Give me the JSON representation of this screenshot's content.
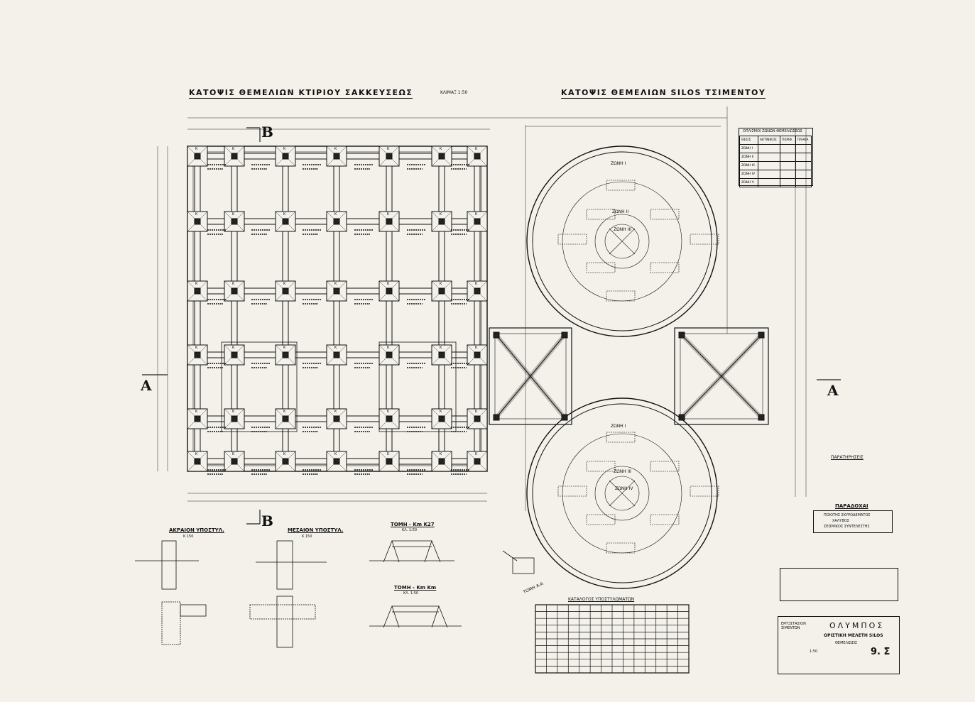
{
  "titles": {
    "left_plan": "ΚΑΤΟΨΙΣ ΘΕΜΕΛΙΩΝ ΚΤΙΡΙΟΥ ΣΑΚΚΕΥΣΕΩΣ",
    "scale": "ΚΛΙΜΑΞ 1:50",
    "right_plan": "ΚΑΤΟΨΙΣ ΘΕΜΕΛΙΩΝ SILOS ΤΣΙΜΕΝΤΟΥ"
  },
  "section_marks": {
    "b_top": "B",
    "b_bottom": "B",
    "a_left": "A",
    "a_right": "A"
  },
  "zones": {
    "z1": "ΖΩΝΗ I",
    "z2": "ΖΩΝΗ II",
    "z3": "ΖΩΝΗ III",
    "z4": "ΖΩΝΗ IV"
  },
  "column_label": "Κ",
  "zones_table": {
    "title": "ΟΠΛΙΣΜΟΙ ΖΩΝΩΝ ΘΕΜΕΛΙΩΣΕΩΣ",
    "header": [
      "ΘΕΣΙΣ",
      "ΑΚΤΙΝΙΚΟΣ",
      "ΠΕΡΙΦ.",
      "ΠΛΑΚΑ"
    ],
    "rows": [
      "ΖΩΝΗ I",
      "ΖΩΝΗ II",
      "ΖΩΝΗ III",
      "ΖΩΝΗ IV",
      "ΖΩΝΗ V"
    ]
  },
  "notes": {
    "title": "ΠΑΡΑΤΗΡΗΣΕΙΣ"
  },
  "assumptions": {
    "title": "ΠΑΡΑΔΟΧΑΙ",
    "lines": [
      "ΠΟΙΟΤΗΣ ΣΚΥΡΟΔΕΜΑΤΟΣ",
      "ΧΑΛΥΒΟΣ",
      "ΣΕΙΣΜΙΚΟΣ ΣΥΝΤΕΛΕΣΤΗΣ"
    ]
  },
  "details": {
    "edge_column": "ΑΚΡΑΙΟΝ ΥΠΟΣΤΥΛ.",
    "edge_scale": "Κ 150",
    "middle_column": "ΜΕΣΑΙΟΝ ΥΠΟΣΤΥΛ.",
    "middle_scale": "Κ 150",
    "section1": "ΤΟΜΗ - Κm Κ27",
    "section1_scale": "ΚΛ. 1:50",
    "section2": "ΤΟΜΗ - Κm Κm",
    "section2_scale": "ΚΛ. 1:50",
    "section_aa": "ΤΟΜΗ Α-Α"
  },
  "schedule": {
    "title": "ΚΑΤΑΛΟΓΟΣ ΥΠΟΣΤΥΛΩΜΑΤΩΝ"
  },
  "title_block": {
    "company": "ΕΡΓΟΣΤΑΣΙΟΝ ΣΙΜΕΝΤΩΝ",
    "name": "ΟΛΥΜΠΟΣ",
    "study": "ΟΡΙΣΤΙΚΗ ΜΕΛΕΤΗ SILOS",
    "subject": "ΘΕΜΕΛΙΩΣΙΣ",
    "scale": "1:50",
    "sheet": "9. Σ"
  }
}
